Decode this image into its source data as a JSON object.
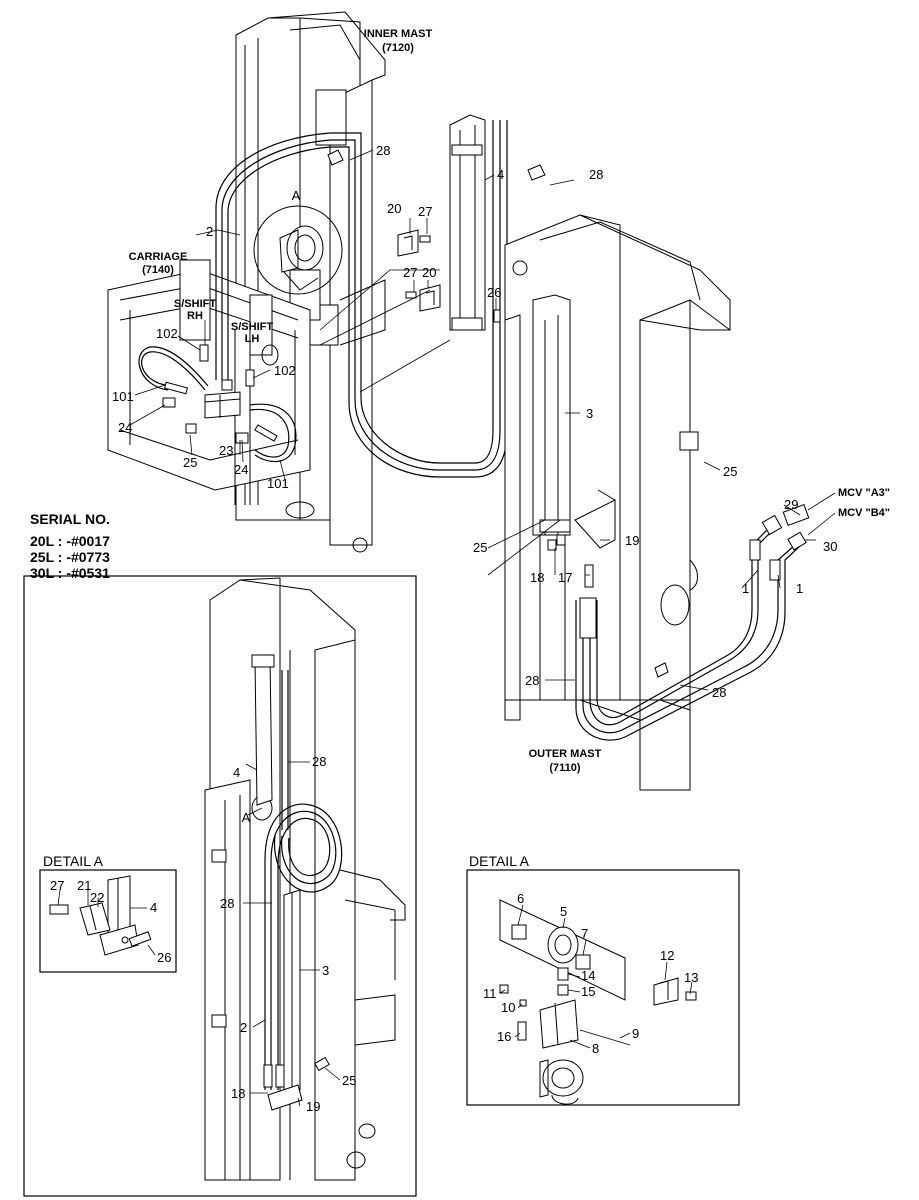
{
  "labels": {
    "inner_mast": "INNER MAST",
    "inner_mast_code": "(7120)",
    "carriage": "CARRIAGE",
    "carriage_code": "(7140)",
    "sshift_rh_1": "S/SHIFT",
    "sshift_rh_2": "RH",
    "sshift_lh_1": "S/SHIFT",
    "sshift_lh_2": "LH",
    "outer_mast": "OUTER MAST",
    "outer_mast_code": "(7110)",
    "mcv_a3": "MCV \"A3\"",
    "mcv_b4": "MCV \"B4\"",
    "detail_ref_a": "A",
    "detail_ref_a2": "A"
  },
  "serial": {
    "title": "SERIAL NO.",
    "l20": "20L : -#0017",
    "l25": "25L : -#0773",
    "l30": "30L : -#0531"
  },
  "details": {
    "left_title": "DETAIL A",
    "right_title": "DETAIL A"
  },
  "parts_main": {
    "p1a": "1",
    "p1b": "1",
    "p2": "2",
    "p3": "3",
    "p4": "4",
    "p17": "17",
    "p18": "18",
    "p19": "19",
    "p20a": "20",
    "p20b": "20",
    "p23": "23",
    "p24a": "24",
    "p24b": "24",
    "p25a": "25",
    "p25b": "25",
    "p25c": "25",
    "p26": "26",
    "p27a": "27",
    "p27b": "27",
    "p28a": "28",
    "p28b": "28",
    "p28c": "28",
    "p28d": "28",
    "p29": "29",
    "p30": "30",
    "p101a": "101",
    "p101b": "101",
    "p102a": "102",
    "p102b": "102"
  },
  "parts_inset": {
    "p2": "2",
    "p3": "3",
    "p4": "4",
    "p18": "18",
    "p19": "19",
    "p25": "25",
    "p28a": "28",
    "p28b": "28"
  },
  "parts_detail_left": {
    "p4": "4",
    "p21": "21",
    "p22": "22",
    "p26": "26",
    "p27": "27"
  },
  "parts_detail_right": {
    "p5": "5",
    "p6": "6",
    "p7": "7",
    "p8": "8",
    "p9": "9",
    "p10": "10",
    "p11": "11",
    "p12": "12",
    "p13": "13",
    "p14": "14",
    "p15": "15",
    "p16": "16"
  }
}
